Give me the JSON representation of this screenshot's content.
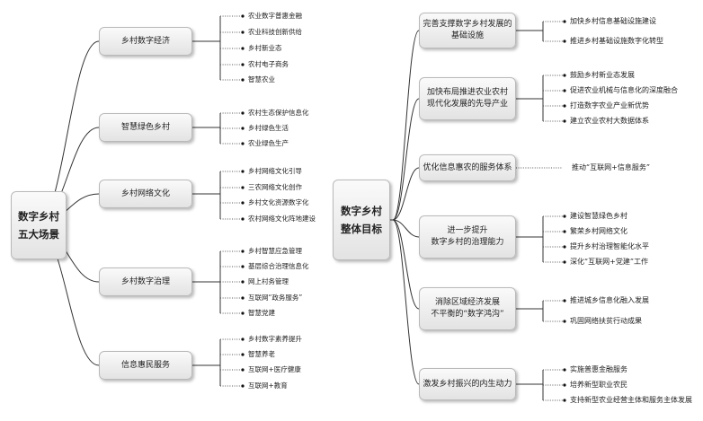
{
  "left": {
    "root": "数字乡村\n五大场景",
    "branches": [
      {
        "label": "乡村数字经济",
        "leaves": [
          "农业数字普惠金融",
          "农业科技创新供给",
          "乡村新业态",
          "农村电子商务",
          "智慧农业"
        ]
      },
      {
        "label": "智慧绿色乡村",
        "leaves": [
          "农村生态保护信息化",
          "乡村绿色生活",
          "农业绿色生产"
        ]
      },
      {
        "label": "乡村网络文化",
        "leaves": [
          "乡村网络文化引导",
          "三农网络文化创作",
          "乡村文化资源数字化",
          "农村网络文化阵地建设"
        ]
      },
      {
        "label": "乡村数字治理",
        "leaves": [
          "乡村智慧应急管理",
          "基层综合治理信息化",
          "网上村务管理",
          "互联网“政务服务”",
          "智慧党建"
        ]
      },
      {
        "label": "信息惠民服务",
        "leaves": [
          "乡村数字素养提升",
          "智慧养老",
          "互联网+医疗健康",
          "互联网+教育"
        ]
      }
    ]
  },
  "right": {
    "root": "数字乡村\n整体目标",
    "branches": [
      {
        "label": "完善支撑数字乡村发展的\n基础设施",
        "leaves": [
          "加快乡村信息基础设施建设",
          "推进乡村基础设施数字化转型"
        ]
      },
      {
        "label": "加快布局推进农业农村\n现代化发展的先导产业",
        "leaves": [
          "鼓励乡村新业态发展",
          "促进农业机械与信息化的深度融合",
          "打造数字农业产业新优势",
          "建立农业农村大数据体系"
        ]
      },
      {
        "label": "优化信息惠农的服务体系",
        "leaves": [
          "推动“互联网+信息服务”"
        ]
      },
      {
        "label": "进一步提升\n数字乡村的治理能力",
        "leaves": [
          "建设智慧绿色乡村",
          "繁荣乡村网络文化",
          "提升乡村治理智能化水平",
          "深化“互联网+党建”工作"
        ]
      },
      {
        "label": "消除区域经济发展\n不平衡的“数字鸿沟”",
        "leaves": [
          "推进城乡信息化融入发展",
          "巩固网络扶贫行动成果"
        ]
      },
      {
        "label": "激发乡村振兴的内生动力",
        "leaves": [
          "实施普惠金融服务",
          "培养新型职业农民",
          "支持新型农业经营主体和服务主体发展"
        ]
      }
    ]
  }
}
